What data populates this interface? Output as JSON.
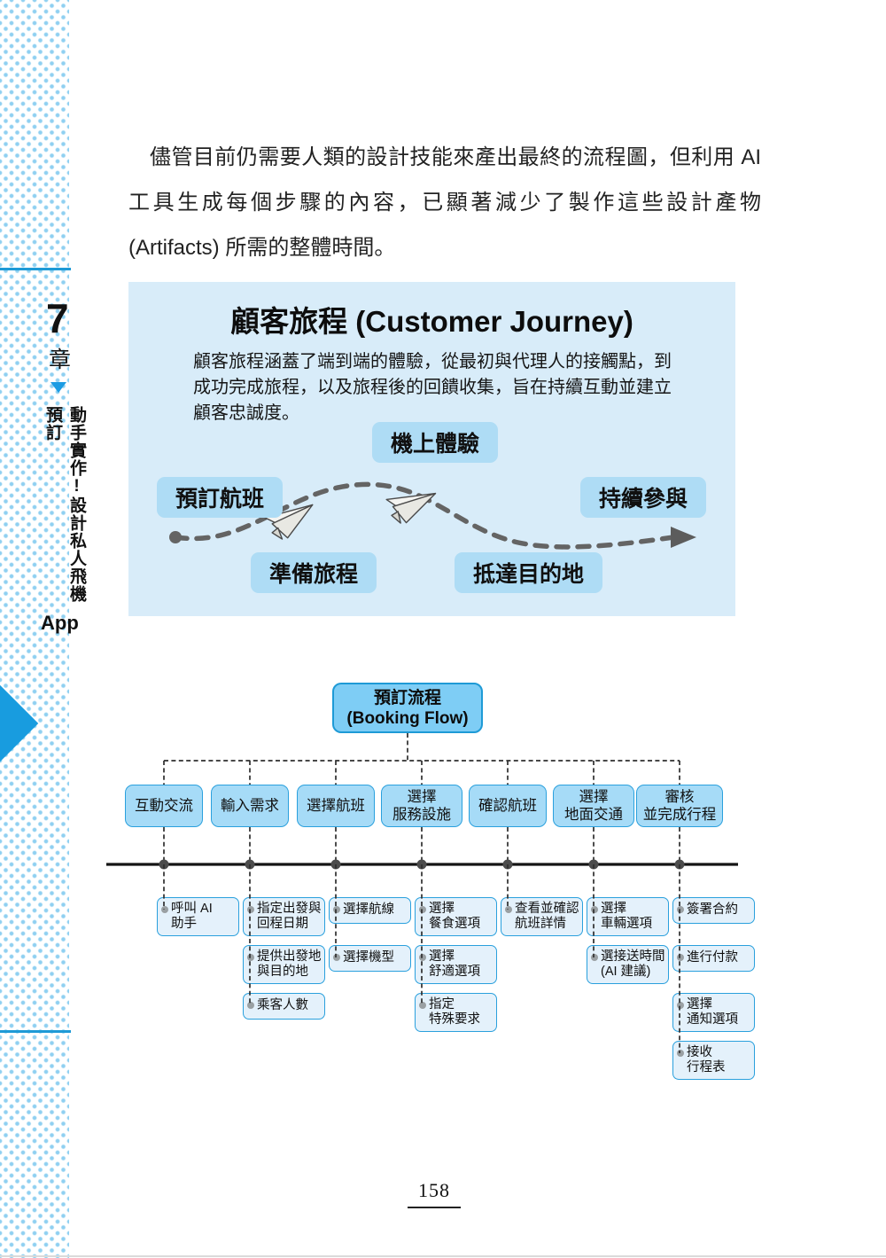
{
  "paragraph": "儘管目前仍需要人類的設計技能來產出最終的流程圖，但利用 AI 工具生成每個步驟的內容，已顯著減少了製作這些設計產物 (Artifacts) 所需的整體時間。",
  "sidebar": {
    "chapter_number": "7",
    "chapter_word": "章",
    "vertical_title": "動手實作!設計私人飛機預訂",
    "app_label": "App"
  },
  "journey": {
    "title": "顧客旅程 (Customer Journey)",
    "description": "顧客旅程涵蓋了端到端的體驗，從最初與代理人的接觸點，到成功完成旅程，以及旅程後的回饋收集，旨在持續互動並建立顧客忠誠度。",
    "stages": [
      {
        "label": "機上體驗",
        "pos": "top"
      },
      {
        "label": "預訂航班",
        "pos": "left"
      },
      {
        "label": "持續參與",
        "pos": "right"
      },
      {
        "label": "準備旅程",
        "pos": "bottom-left"
      },
      {
        "label": "抵達目的地",
        "pos": "bottom-right"
      }
    ]
  },
  "flow": {
    "root_lines": [
      "預訂流程",
      "(Booking Flow)"
    ],
    "columns": [
      {
        "header": [
          "互動交流"
        ],
        "items": [
          {
            "lines": [
              "呼叫 AI",
              "助手"
            ]
          }
        ]
      },
      {
        "header": [
          "輸入需求"
        ],
        "items": [
          {
            "lines": [
              "指定出發與",
              "回程日期"
            ]
          },
          {
            "lines": [
              "提供出發地",
              "與目的地"
            ]
          },
          {
            "lines": [
              "乘客人數"
            ]
          }
        ]
      },
      {
        "header": [
          "選擇航班"
        ],
        "items": [
          {
            "lines": [
              "選擇航線"
            ]
          },
          {
            "lines": [
              "選擇機型"
            ]
          }
        ]
      },
      {
        "header": [
          "選擇",
          "服務設施"
        ],
        "items": [
          {
            "lines": [
              "選擇",
              "餐食選項"
            ]
          },
          {
            "lines": [
              "選擇",
              "舒適選項"
            ]
          },
          {
            "lines": [
              "指定",
              "特殊要求"
            ]
          }
        ]
      },
      {
        "header": [
          "確認航班"
        ],
        "items": [
          {
            "lines": [
              "查看並確認",
              "航班詳情"
            ]
          }
        ]
      },
      {
        "header": [
          "選擇",
          "地面交通"
        ],
        "items": [
          {
            "lines": [
              "選擇",
              "車輛選項"
            ]
          },
          {
            "lines": [
              "選接送時間",
              "(AI 建議)"
            ]
          }
        ]
      },
      {
        "header": [
          "審核",
          "並完成行程"
        ],
        "items": [
          {
            "lines": [
              "簽署合約"
            ]
          },
          {
            "lines": [
              "進行付款"
            ]
          },
          {
            "lines": [
              "選擇",
              "通知選項"
            ]
          },
          {
            "lines": [
              "接收",
              "行程表"
            ]
          }
        ]
      }
    ]
  },
  "footer": {
    "page_number": "158"
  },
  "colors": {
    "accent_blue": "#1e9ad6",
    "panel_bg": "#d8ecf9",
    "pill_bg": "#aedcf5",
    "stage_box_bg": "#a6dbf7",
    "task_box_bg": "#e4f1fb",
    "root_box_bg": "#7ecdf5",
    "path_gray": "#646464"
  }
}
